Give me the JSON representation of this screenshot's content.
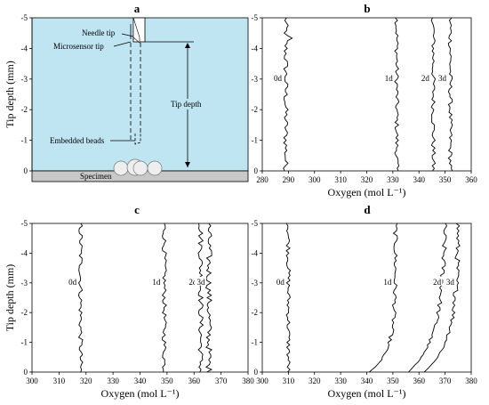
{
  "chart_data": [
    {
      "panel": "a",
      "type": "diagram",
      "ylabel": "Tip depth (mm)",
      "ylim": [
        0,
        -5
      ],
      "yticks": [
        "0",
        "-1",
        "-2",
        "-3",
        "-4",
        "-5"
      ],
      "labels": {
        "needle_tip": "Needle tip",
        "microsensor_tip": "Microsensor tip",
        "tip_depth": "Tip depth",
        "embedded_beads": "Embedded beads",
        "specimen": "Specimen"
      },
      "colors": {
        "medium": "#bfe4f2",
        "specimen": "#c8c8c8",
        "bead": "#eeeeee"
      }
    },
    {
      "panel": "b",
      "type": "line",
      "xlabel": "Oxygen (mol L⁻¹)",
      "ylabel": "",
      "xlim": [
        280,
        360
      ],
      "ylim": [
        0,
        -5
      ],
      "xticks": [
        "280",
        "290",
        "300",
        "310",
        "320",
        "330",
        "340",
        "350",
        "360"
      ],
      "yticks": [
        "0",
        "-1",
        "-2",
        "-3",
        "-4",
        "-5"
      ],
      "series": [
        {
          "name": "0d",
          "base": 289,
          "jitter": 0.6,
          "slope": 0.0,
          "depth_offset": 0.0
        },
        {
          "name": "1d",
          "base": 331.5,
          "jitter": 0.5,
          "slope": 0.0,
          "depth_offset": 0.0
        },
        {
          "name": "2d",
          "base": 345.5,
          "jitter": 0.5,
          "slope": 0.0,
          "depth_offset": 0.0
        },
        {
          "name": "3d",
          "base": 352,
          "jitter": 0.5,
          "slope": 0.0,
          "depth_offset": 0.0
        }
      ]
    },
    {
      "panel": "c",
      "type": "line",
      "xlabel": "Oxygen (mol L⁻¹)",
      "ylabel": "Tip depth (mm)",
      "xlim": [
        300,
        380
      ],
      "ylim": [
        0,
        -5
      ],
      "xticks": [
        "300",
        "310",
        "320",
        "330",
        "340",
        "350",
        "360",
        "370",
        "380"
      ],
      "yticks": [
        "0",
        "-1",
        "-2",
        "-3",
        "-4",
        "-5"
      ],
      "series": [
        {
          "name": "0d",
          "base": 318,
          "jitter": 0.5,
          "slope": 0.0,
          "depth_offset": 0.0
        },
        {
          "name": "1d",
          "base": 349,
          "jitter": 0.5,
          "slope": 0.0,
          "depth_offset": 0.0
        },
        {
          "name": "2d",
          "base": 362.5,
          "jitter": 0.6,
          "slope": 0.0,
          "depth_offset": 0.0
        },
        {
          "name": "3d",
          "base": 365.5,
          "jitter": 0.7,
          "slope": 0.0,
          "depth_offset": 0.0
        }
      ]
    },
    {
      "panel": "d",
      "type": "line",
      "xlabel": "Oxygen (mol L⁻¹)",
      "ylabel": "",
      "xlim": [
        300,
        380
      ],
      "ylim": [
        0,
        -5
      ],
      "xticks": [
        "300",
        "310",
        "320",
        "330",
        "340",
        "350",
        "360",
        "370",
        "380"
      ],
      "yticks": [
        "0",
        "-1",
        "-2",
        "-3",
        "-4",
        "-5"
      ],
      "series": [
        {
          "name": "0d",
          "base": 310,
          "jitter": 0.5,
          "slope": 0.0,
          "depth_offset": 0.0
        },
        {
          "name": "1d",
          "base": 351,
          "jitter": 0.5,
          "bottom": 341,
          "bend": 0.7
        },
        {
          "name": "2d",
          "base": 370,
          "jitter": 0.6,
          "bottom": 356,
          "bend": 1.2
        },
        {
          "name": "3d",
          "base": 375,
          "jitter": 0.6,
          "bottom": 362,
          "bend": 1.0
        }
      ]
    }
  ]
}
